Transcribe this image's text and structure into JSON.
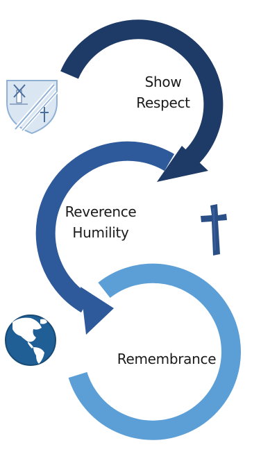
{
  "steps": [
    {
      "line1": "Show",
      "line2": "Respect",
      "color": "#1e3a67"
    },
    {
      "line1": "Reverence",
      "line2": "Humility",
      "color": "#2e5a9b"
    },
    {
      "line1": "Remembrance",
      "line2": "",
      "color": "#5c9fd6"
    }
  ],
  "icons": {
    "shield": "school-crest-icon",
    "cross": "cross-icon",
    "globe": "globe-icon"
  },
  "colors": {
    "dark_navy": "#1e3a67",
    "mid_blue": "#2e5a9b",
    "light_blue": "#5c9fd6",
    "cross_blue": "#2a4e86",
    "ocean_blue": "#1f5f95"
  }
}
